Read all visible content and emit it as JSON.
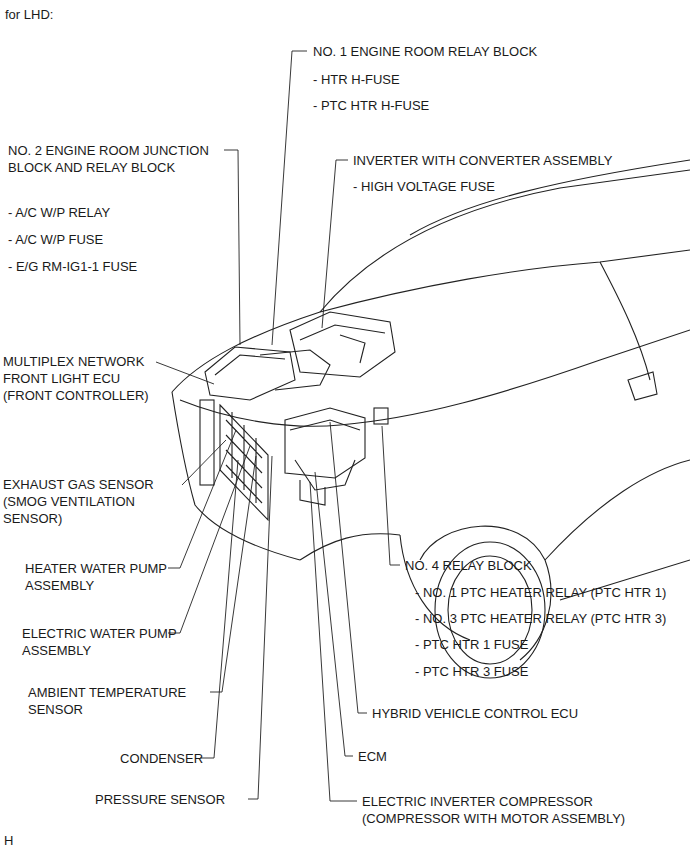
{
  "diagram": {
    "title": "for LHD:",
    "labels": [
      "NO. 1 ENGINE ROOM RELAY BLOCK",
      "- HTR H-FUSE",
      "- PTC HTR H-FUSE",
      "NO. 2 ENGINE ROOM JUNCTION BLOCK AND RELAY BLOCK",
      "- A/C W/P RELAY",
      "- A/C W/P FUSE",
      "- E/G RM-IG1-1 FUSE",
      "INVERTER WITH CONVERTER ASSEMBLY",
      "- HIGH VOLTAGE FUSE",
      "MULTIPLEX NETWORK FRONT LIGHT ECU (FRONT CONTROLLER)",
      "EXHAUST GAS SENSOR (SMOG VENTILATION SENSOR)",
      "HEATER WATER PUMP ASSEMBLY",
      "NO. 4 RELAY BLOCK",
      "- NO. 1 PTC HEATER RELAY (PTC HTR 1)",
      "- NO. 3 PTC HEATER RELAY (PTC HTR 3)",
      "- PTC HTR 1 FUSE",
      "- PTC HTR 3 FUSE",
      "ELECTRIC WATER PUMP ASSEMBLY",
      "AMBIENT TEMPERATURE SENSOR",
      "HYBRID VEHICLE CONTROL ECU",
      "CONDENSER",
      "ECM",
      "PRESSURE SENSOR",
      "ELECTRIC INVERTER COMPRESSOR (COMPRESSOR WITH MOTOR ASSEMBLY)",
      "H"
    ]
  }
}
